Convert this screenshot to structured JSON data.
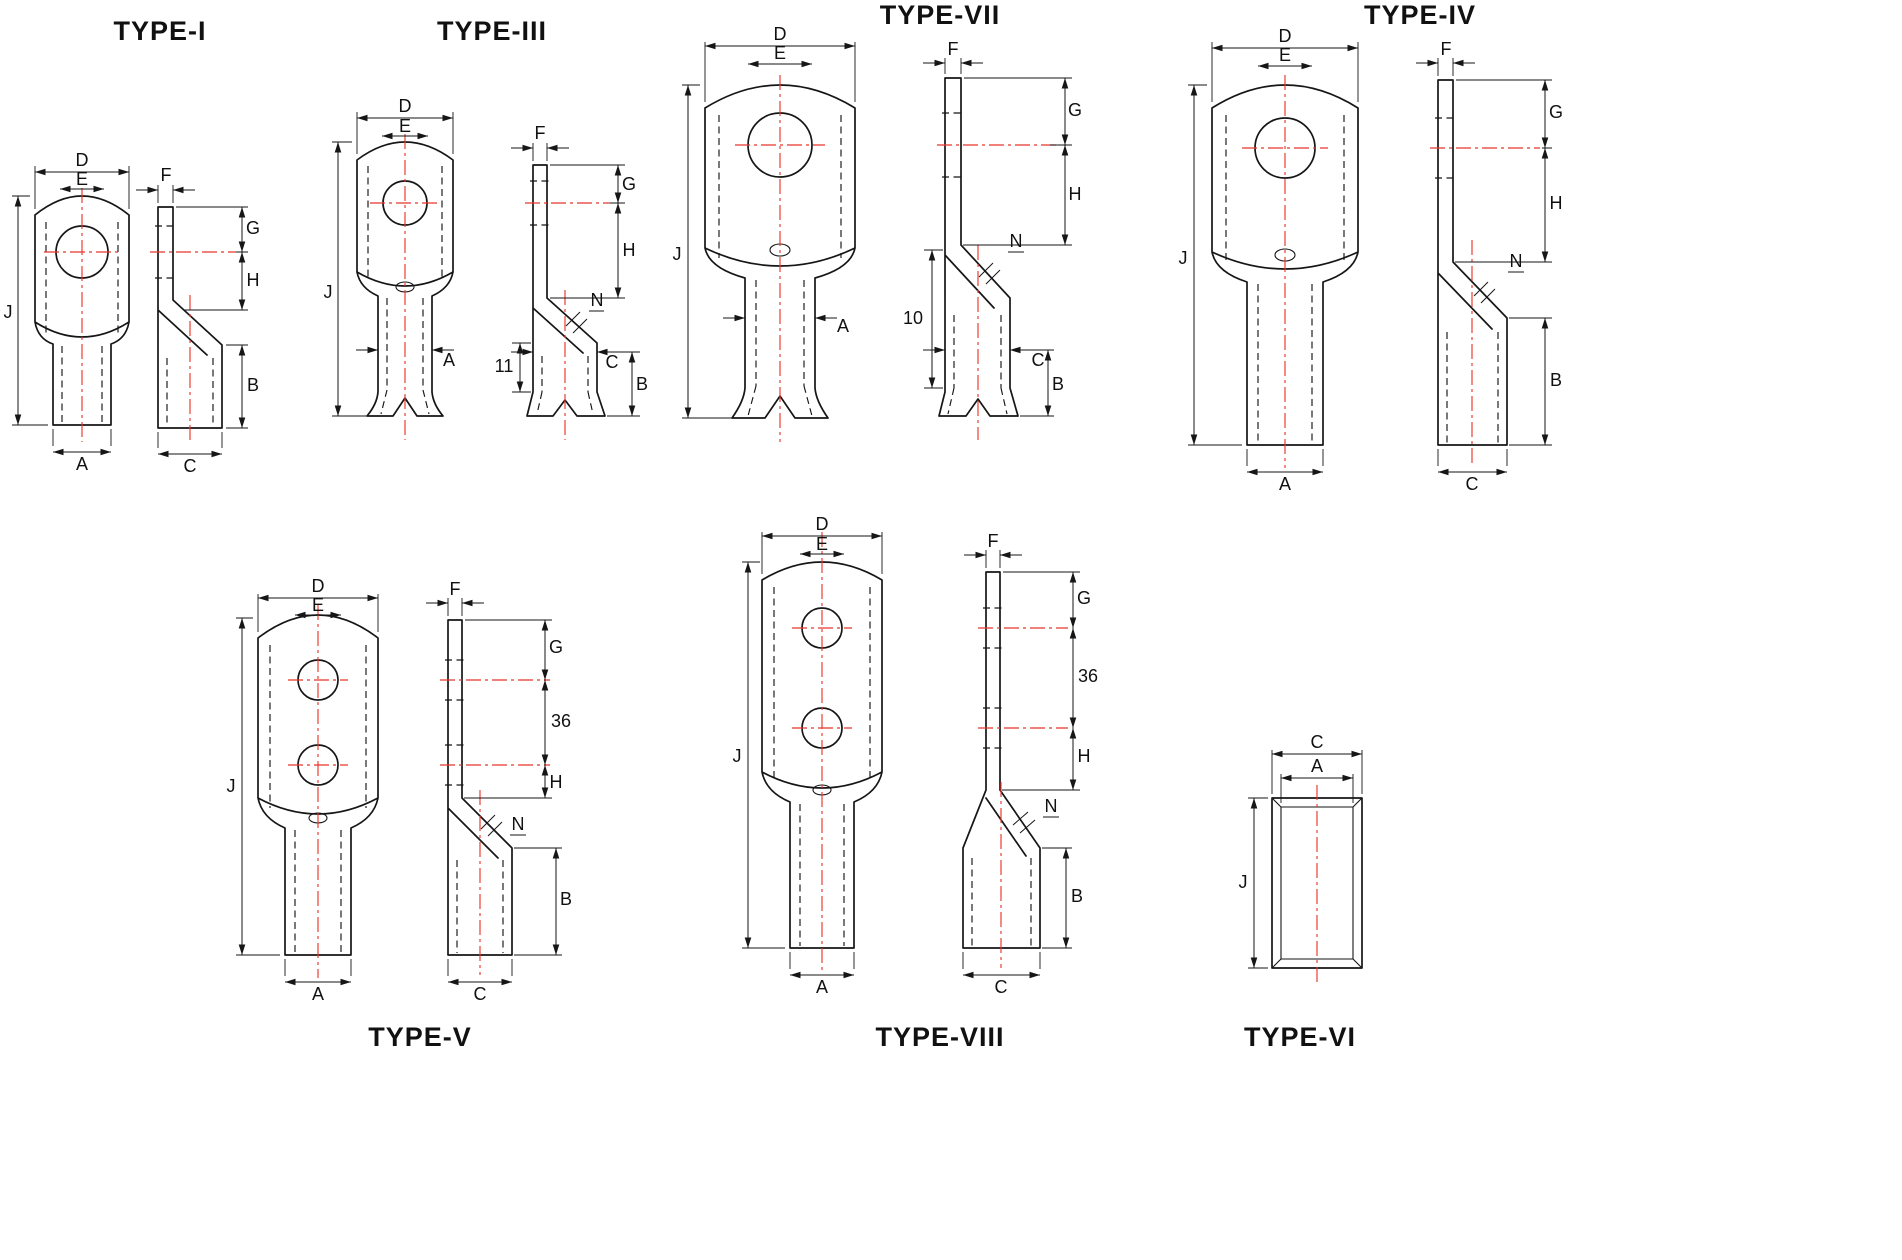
{
  "drawing": {
    "background": "#ffffff",
    "line_color": "#161616",
    "centerline_color": "#e8362b",
    "description": "Technical dimension drawing of cable lug terminal types, front and side views"
  },
  "types": {
    "type_i": {
      "title": "TYPE-I"
    },
    "type_iii": {
      "title": "TYPE-III"
    },
    "type_vii": {
      "title": "TYPE-VII"
    },
    "type_iv": {
      "title": "TYPE-IV"
    },
    "type_v": {
      "title": "TYPE-V"
    },
    "type_viii": {
      "title": "TYPE-VIII"
    },
    "type_vi": {
      "title": "TYPE-VI"
    }
  },
  "dims": {
    "A": "A",
    "B": "B",
    "C": "C",
    "D": "D",
    "E": "E",
    "F": "F",
    "G": "G",
    "H": "H",
    "J": "J",
    "N": "N",
    "n10": "10",
    "n11": "11",
    "n36": "36"
  }
}
